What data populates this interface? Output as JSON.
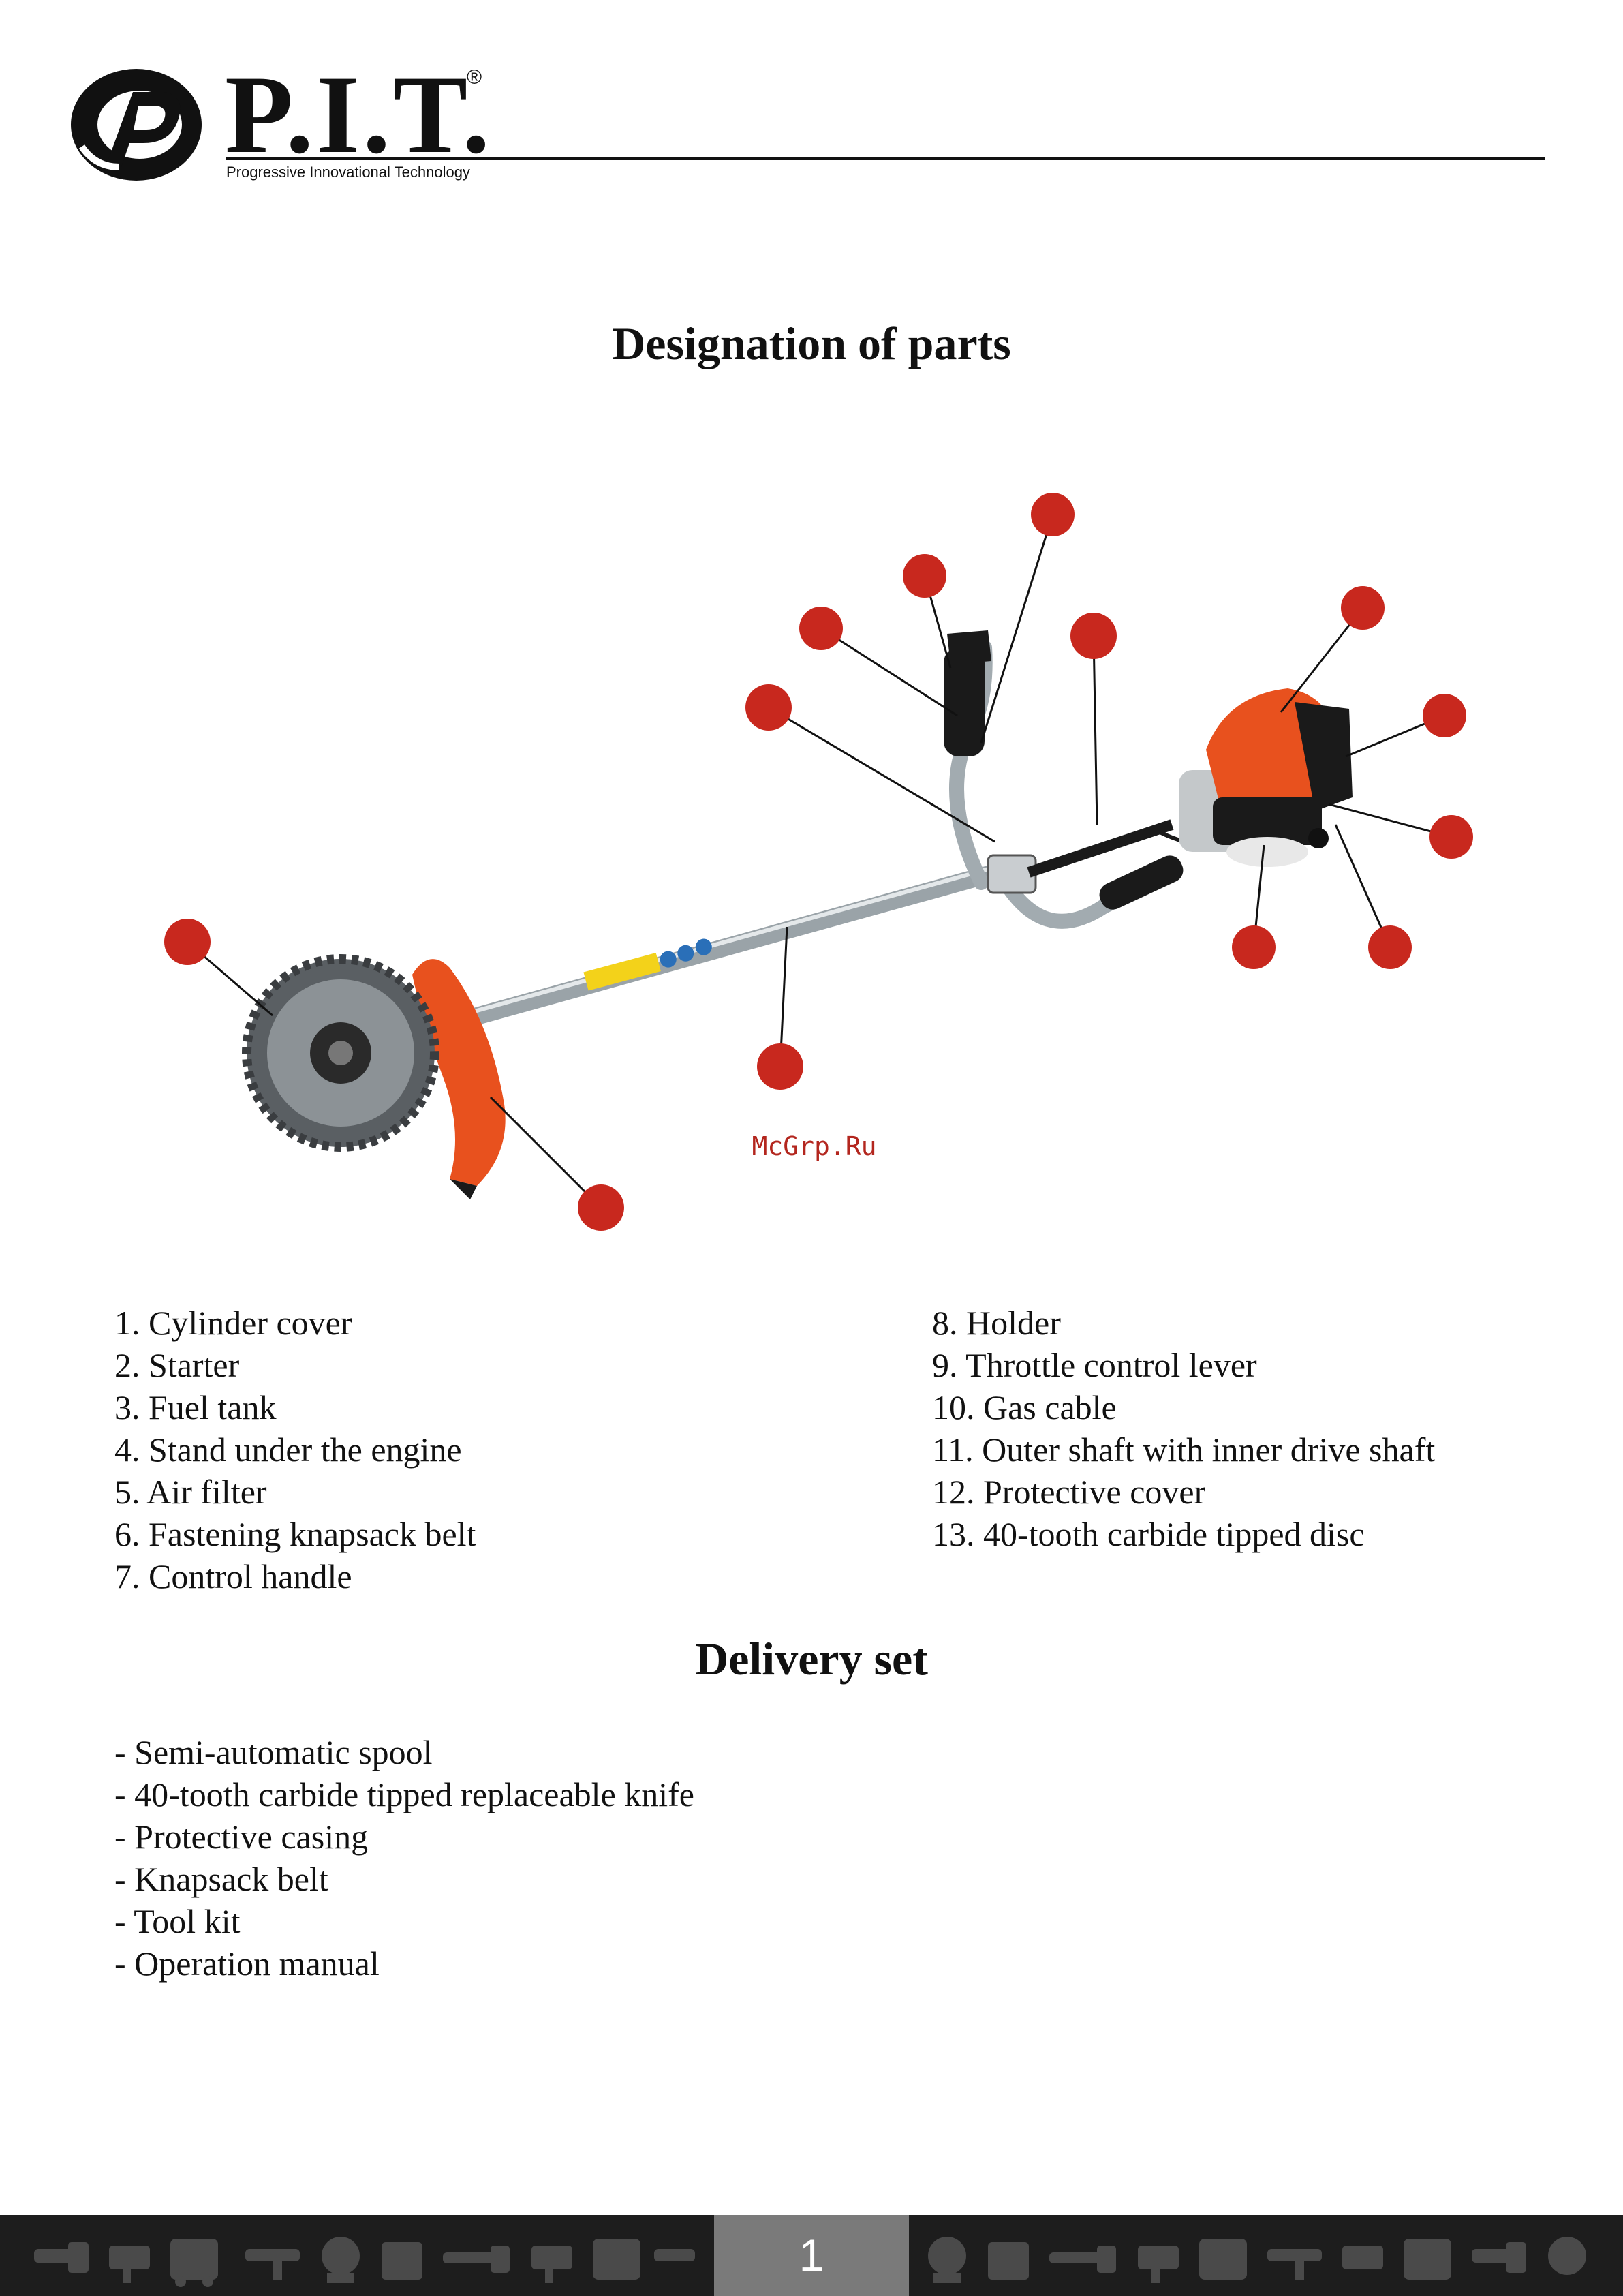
{
  "header": {
    "brand": "P.I.T.",
    "registered_mark": "®",
    "tagline": "Progressive Innovational Technology"
  },
  "sections": {
    "parts_title": "Designation of parts",
    "delivery_title": "Delivery set"
  },
  "watermark": "McGrp.Ru",
  "parts_left": [
    "1. Cylinder cover",
    "2. Starter",
    "3. Fuel tank",
    "4. Stand under the engine",
    "5. Air filter",
    "6. Fastening knapsack belt",
    "7. Control handle"
  ],
  "parts_right": [
    "8. Holder",
    "9. Throttle control lever",
    "10. Gas cable",
    "11. Outer shaft with inner drive shaft",
    "12. Protective cover",
    "13. 40-tooth carbide tipped disc"
  ],
  "delivery_set": [
    "- Semi-automatic spool",
    "- 40-tooth carbide tipped replaceable knife",
    "- Protective casing",
    "- Knapsack belt",
    "- Tool kit",
    "- Operation manual"
  ],
  "footer": {
    "page_number": "1"
  },
  "colors": {
    "callout": "#c8281e",
    "tool_orange": "#e8511e",
    "footer_bg": "#1d1d1d",
    "page_box": "#7a7a7a"
  }
}
